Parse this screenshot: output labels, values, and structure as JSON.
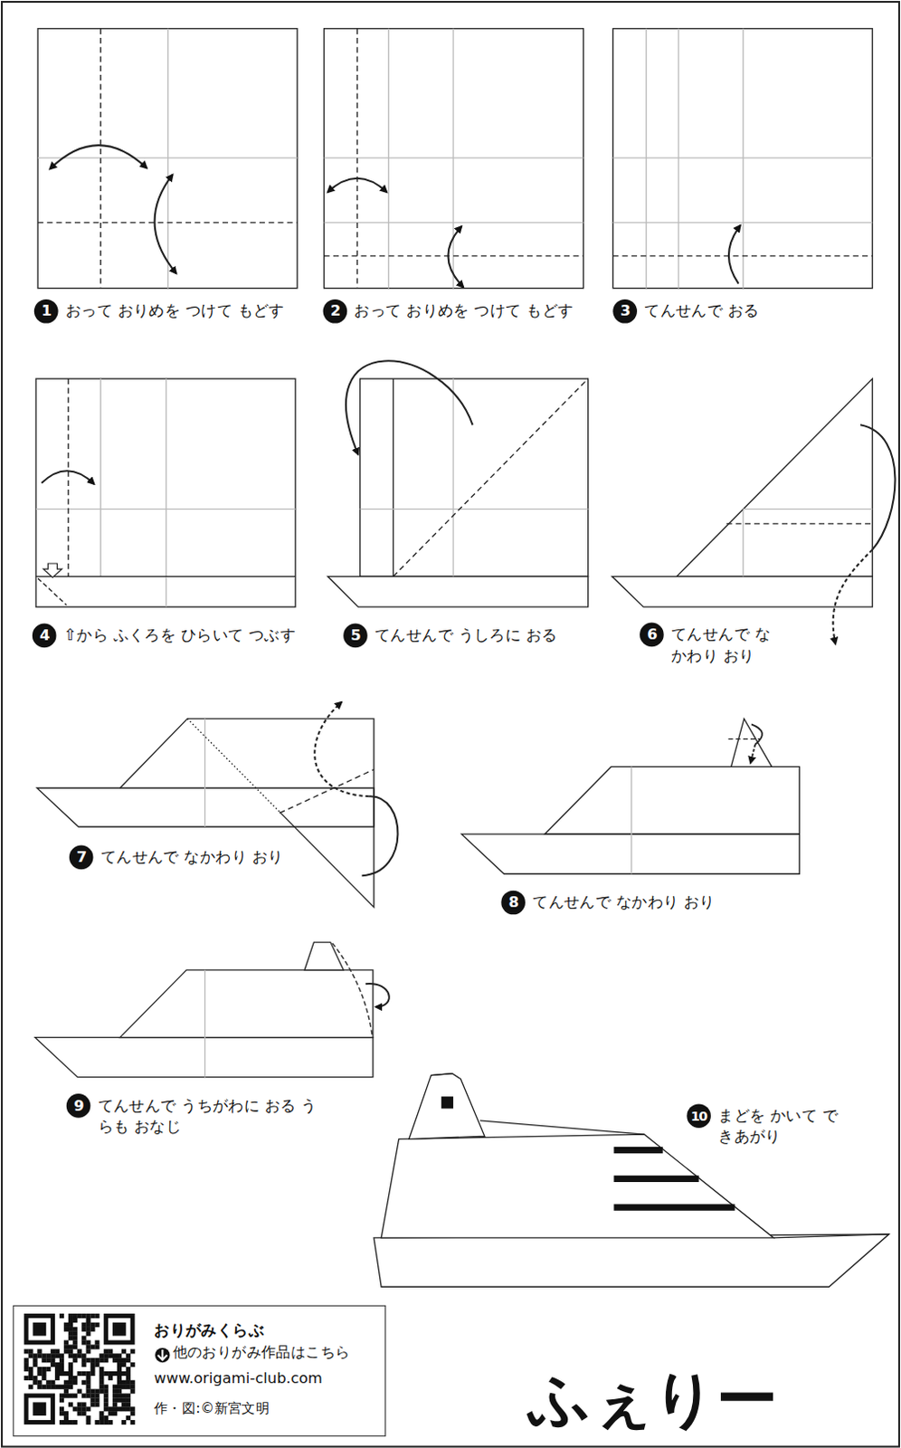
{
  "diagram": {
    "title": "ふぇりー",
    "nodes": [
      {
        "text": [
          "1",
          "おって おりめを つけて もどす"
        ]
      },
      {
        "text": [
          "2",
          "おって おりめを つけて もどす"
        ]
      },
      {
        "text": [
          "3",
          "てんせんで おる"
        ]
      },
      {
        "text": [
          "4",
          "⇧から ふくろを ひらいて つぶす"
        ]
      },
      {
        "text": [
          "5",
          "てんせんで うしろに おる"
        ]
      },
      {
        "text": [
          "6",
          "てんせんで なかわり おり"
        ]
      },
      {
        "text": [
          "7",
          "てんせんで なかわり おり"
        ]
      },
      {
        "text": [
          "8",
          "てんせんで なかわり おり"
        ]
      },
      {
        "text": [
          "9",
          "てんせんで うちがわに おる うらも おなじ"
        ]
      },
      {
        "text": [
          "10",
          "まどを かいて できあがり"
        ]
      },
      {
        "text": [
          "おりがみくらぶ",
          "他のおりがみ作品はこちら",
          "www.origami-club.com",
          "作・図:©新宮文明"
        ]
      }
    ]
  }
}
